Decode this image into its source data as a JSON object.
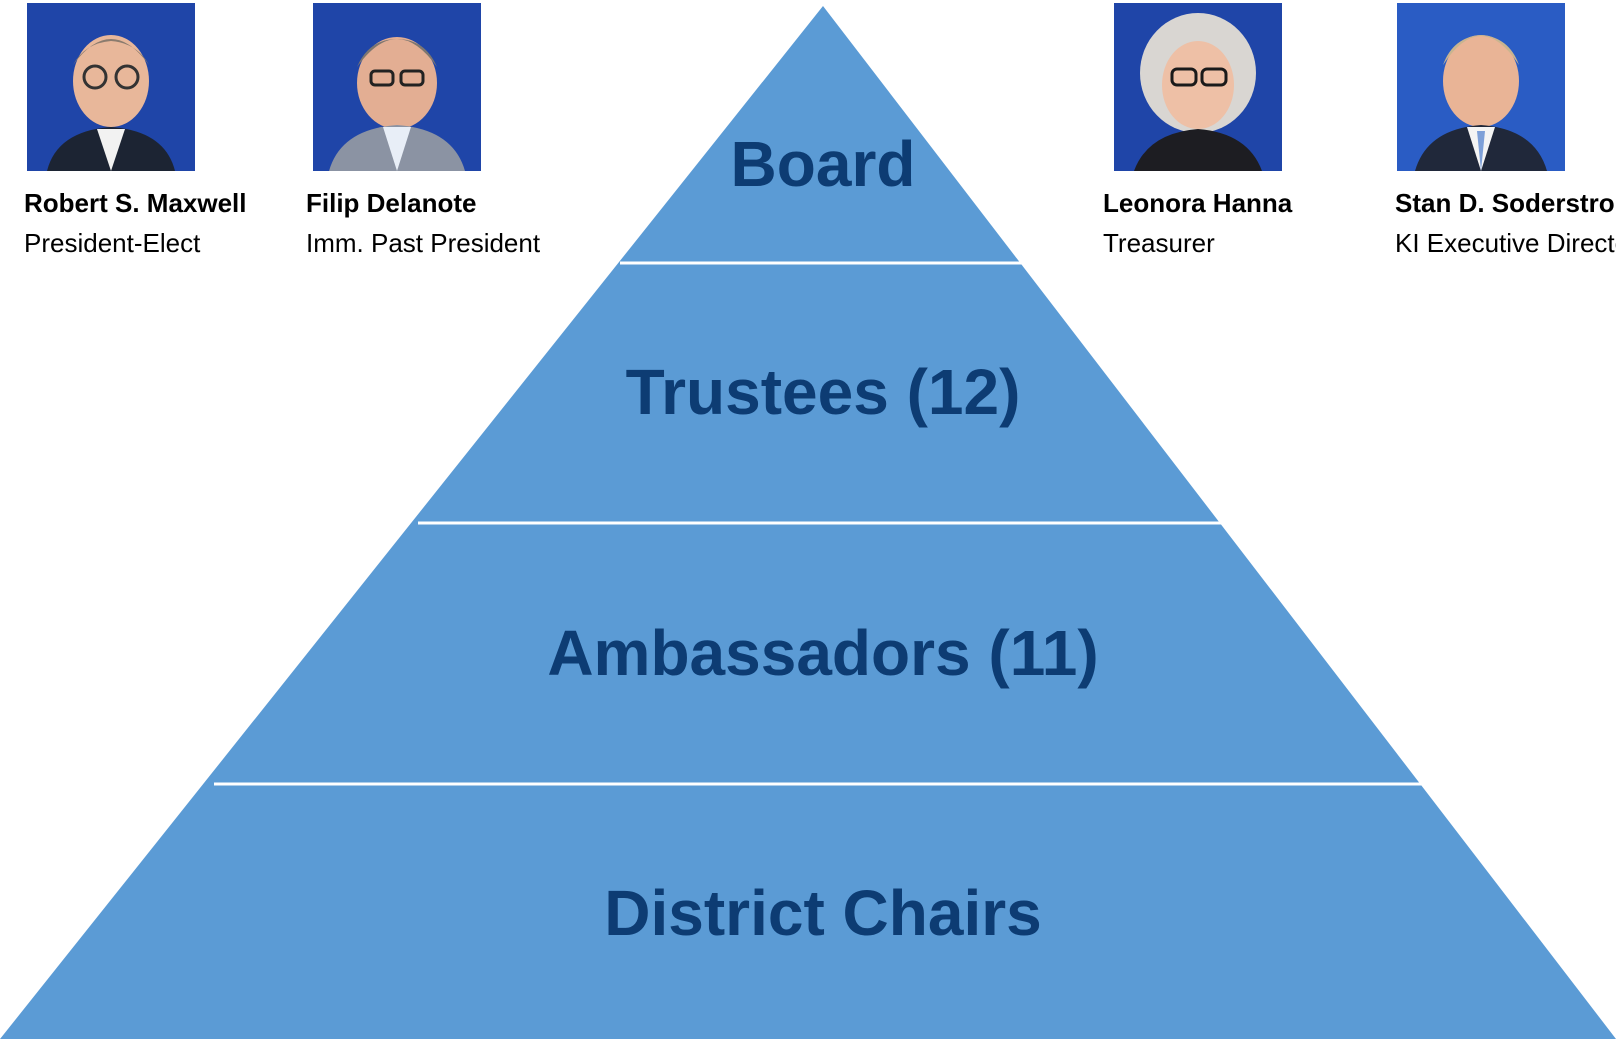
{
  "colors": {
    "tier_fill": "#5b9bd5",
    "tier_divider": "#ffffff",
    "tier_text": "#0d3c73",
    "portrait_bg": "#1f45a8"
  },
  "pyramid": {
    "tiers": [
      {
        "label": "Board"
      },
      {
        "label": "Trustees (12)"
      },
      {
        "label": "Ambassadors (11)"
      },
      {
        "label": "District Chairs"
      }
    ]
  },
  "people": [
    {
      "name": "Robert S. Maxwell",
      "role": "President-Elect",
      "photo_icon": "portrait-photo"
    },
    {
      "name": "Filip Delanote",
      "role": "Imm. Past President",
      "photo_icon": "portrait-photo"
    },
    {
      "name": "Leonora Hanna",
      "role": "Treasurer",
      "photo_icon": "portrait-photo"
    },
    {
      "name": "Stan D. Soderstrom",
      "role": "KI Executive Director",
      "photo_icon": "portrait-photo"
    }
  ]
}
